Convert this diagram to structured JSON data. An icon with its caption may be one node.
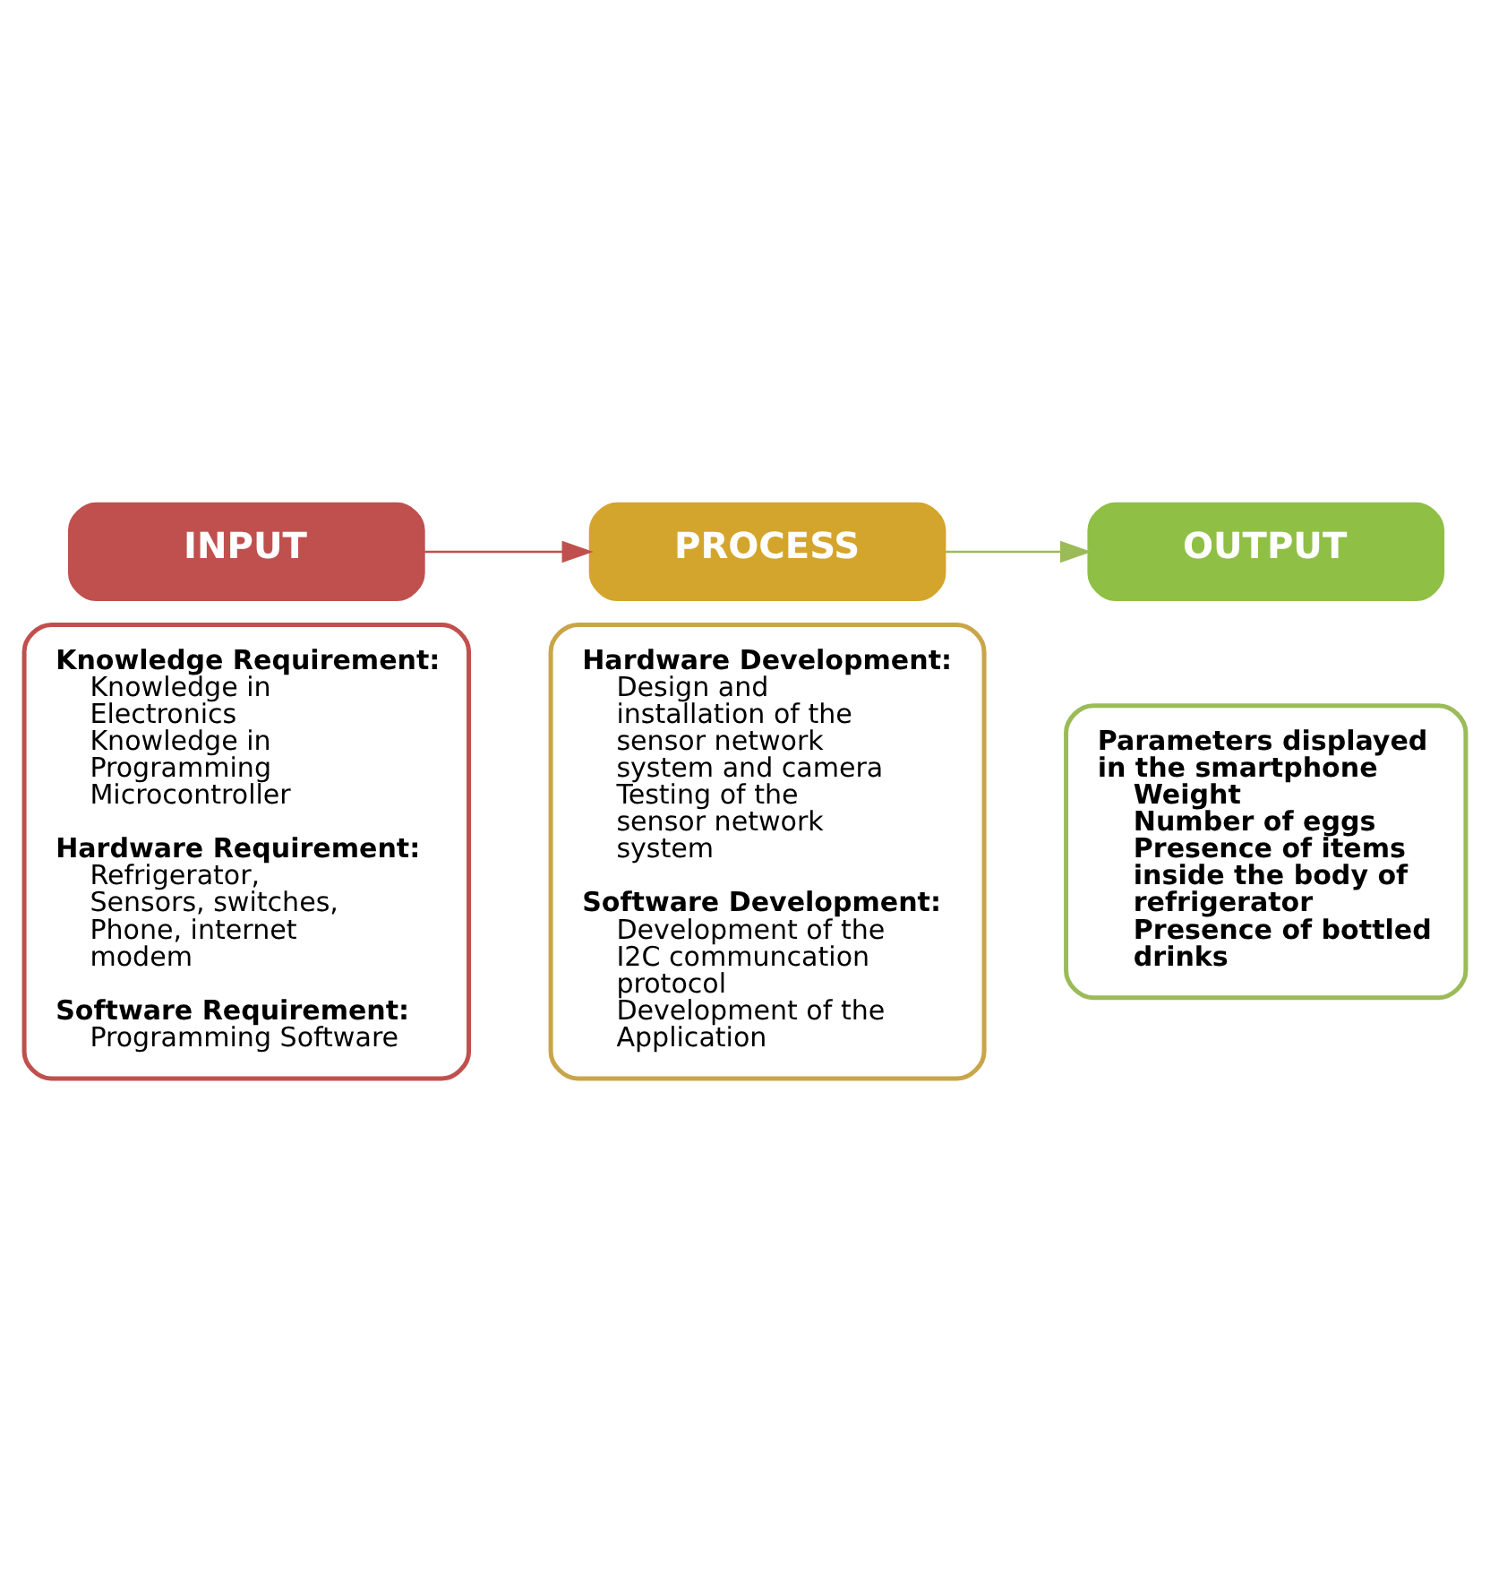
{
  "diagram": {
    "nodes": [
      {
        "text": [
          "INPUT"
        ]
      },
      {
        "text": [
          "Knowledge Requirement:",
          "Knowledge in Electronics",
          "Knowledge in Programming Microcontroller",
          "Hardware Requirement:",
          "Refrigerator, Sensors, switches, Phone, internet modem",
          "Software Requirement:",
          "Programming Software"
        ]
      },
      {
        "text": [
          "PROCESS"
        ]
      },
      {
        "text": [
          "Hardware Development:",
          "Design and installation of the sensor network system and camera",
          "Testing of the sensor network system",
          "Software Development:",
          "Development of the I2C communcation protocol",
          "Development of the Application"
        ]
      },
      {
        "text": [
          "OUTPUT"
        ]
      },
      {
        "text": [
          "Parameters displayed in the smartphone",
          "Weight",
          "Number of eggs",
          "Presence of items inside the body of refrigerator",
          "Presence of bottled drinks"
        ]
      }
    ],
    "edges": [
      {
        "from": 0,
        "to": 2,
        "arrow": "to",
        "color": "#c0504d"
      },
      {
        "from": 2,
        "to": 4,
        "arrow": "to",
        "color": "#9bbb59"
      }
    ]
  }
}
